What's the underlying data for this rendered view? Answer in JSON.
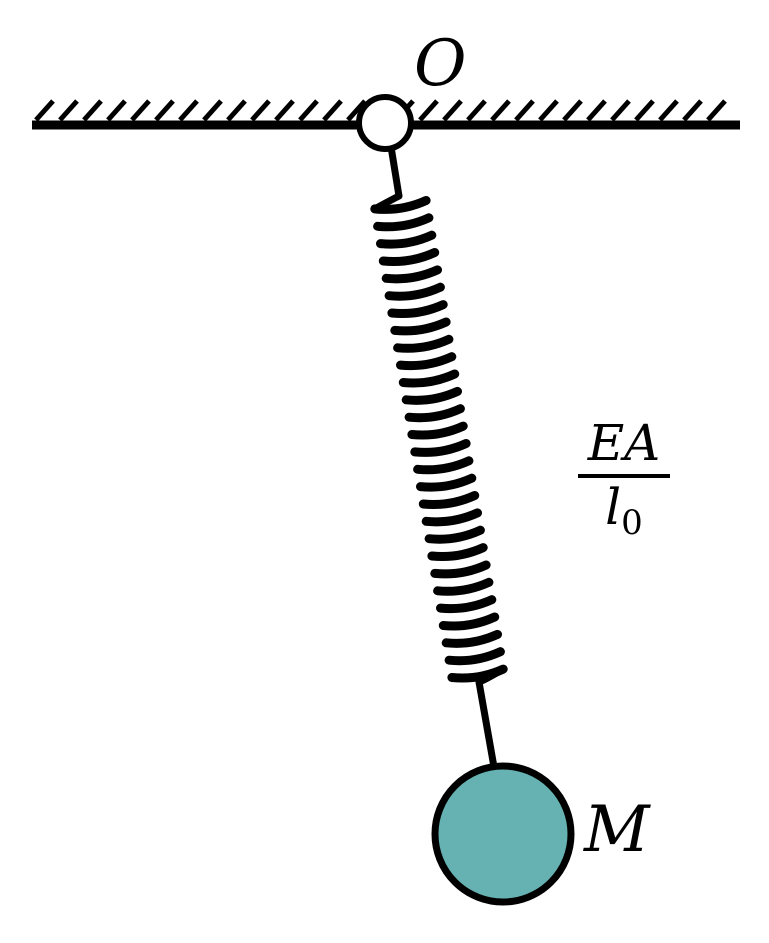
{
  "labels": {
    "pivot": "O",
    "mass": "M",
    "stiffness_numerator": "EA",
    "stiffness_denominator": "l",
    "stiffness_subscript": "0"
  },
  "colors": {
    "line": "#000000",
    "mass_fill": "#66b2b2",
    "pivot_fill": "#ffffff"
  }
}
